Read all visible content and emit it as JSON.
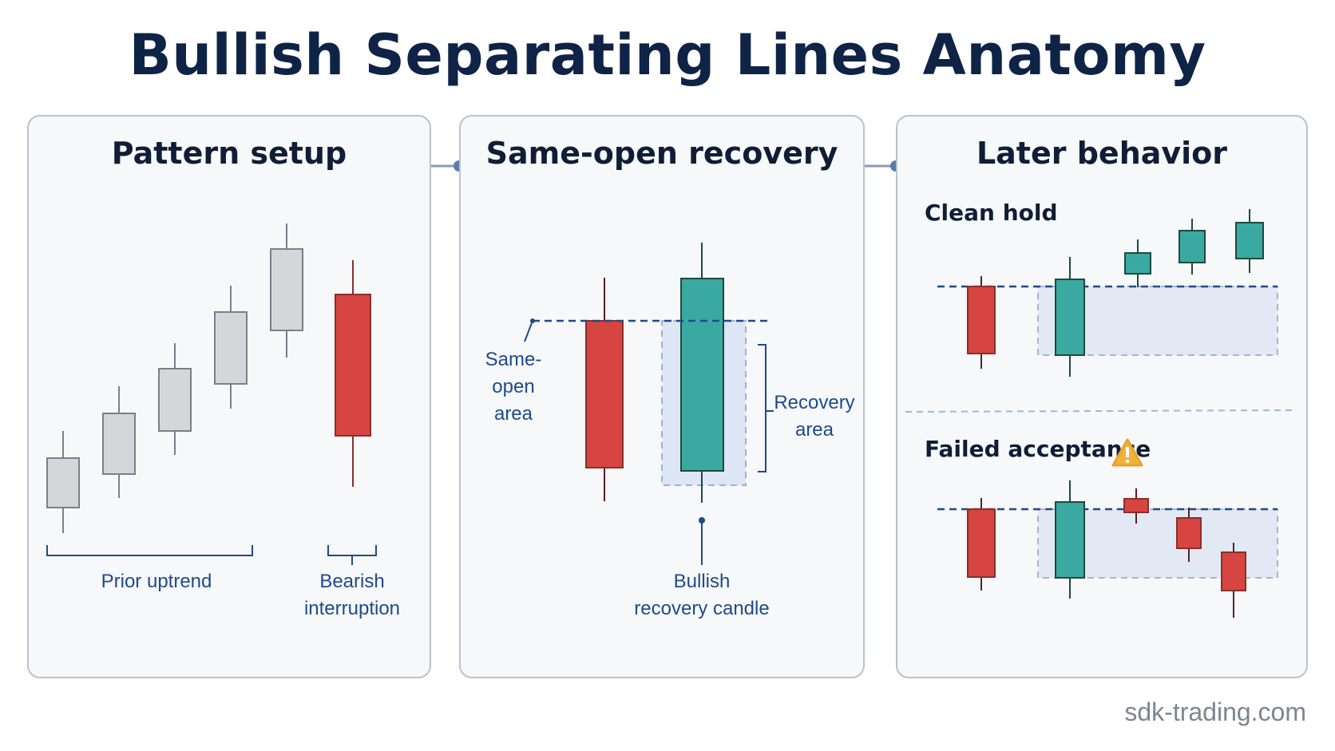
{
  "title": "Bullish Separating Lines Anatomy",
  "panels": {
    "setup": {
      "title": "Pattern setup",
      "label_uptrend": "Prior uptrend",
      "label_bearish": "Bearish\ninterruption"
    },
    "recovery": {
      "title": "Same-open recovery",
      "label_same_open": "Same-open\narea",
      "label_recovery": "Recovery\narea",
      "label_bullish": "Bullish\nrecovery candle"
    },
    "later": {
      "title": "Later behavior",
      "scenario_hold": "Clean hold",
      "scenario_fail": "Failed acceptance",
      "warning_icon": "warning-icon"
    }
  },
  "footer": "sdk-trading.com",
  "colors": {
    "bearish": "#d64541",
    "bullish": "#3aa9a1",
    "neutral": "#d4d6d9",
    "annotation": "#1f4a8a"
  }
}
